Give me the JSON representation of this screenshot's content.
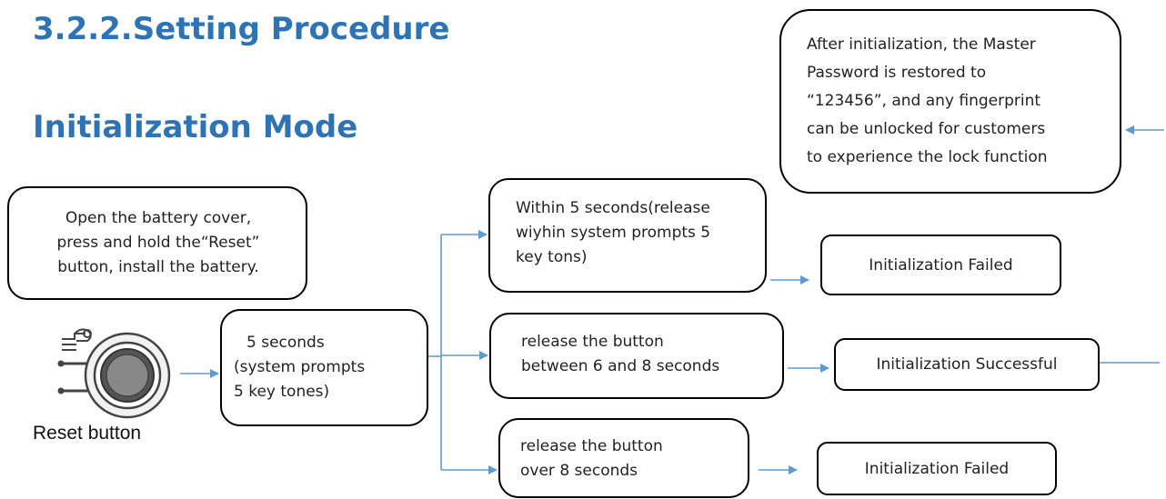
{
  "headings": {
    "section": "3.2.2.Setting Procedure",
    "mode": "Initialization Mode"
  },
  "note": {
    "lines": [
      "After initialization, the Master",
      "Password is restored to",
      "“123456”, and any fingerprint",
      "can be unlocked for customers",
      "to experience the lock function"
    ]
  },
  "start": {
    "lines": [
      "  Open the battery cover,",
      "press and hold the“Reset”",
      "button, install the battery."
    ]
  },
  "reset_label": "Reset button",
  "hold": {
    "lines": [
      "5 seconds",
      "(system prompts",
      "5 key tones)"
    ]
  },
  "branches": [
    {
      "condition": [
        "Within 5 seconds(release",
        "wiyhin system prompts 5",
        "key tons)"
      ],
      "result": "Initialization Failed"
    },
    {
      "condition": [
        "release the button",
        "between 6 and 8 seconds"
      ],
      "result": "Initialization Successful"
    },
    {
      "condition": [
        "release the button",
        "over 8 seconds"
      ],
      "result": "Initialization Failed"
    }
  ],
  "colors": {
    "heading": "#2e74b5",
    "connector": "#5b9bd5"
  }
}
